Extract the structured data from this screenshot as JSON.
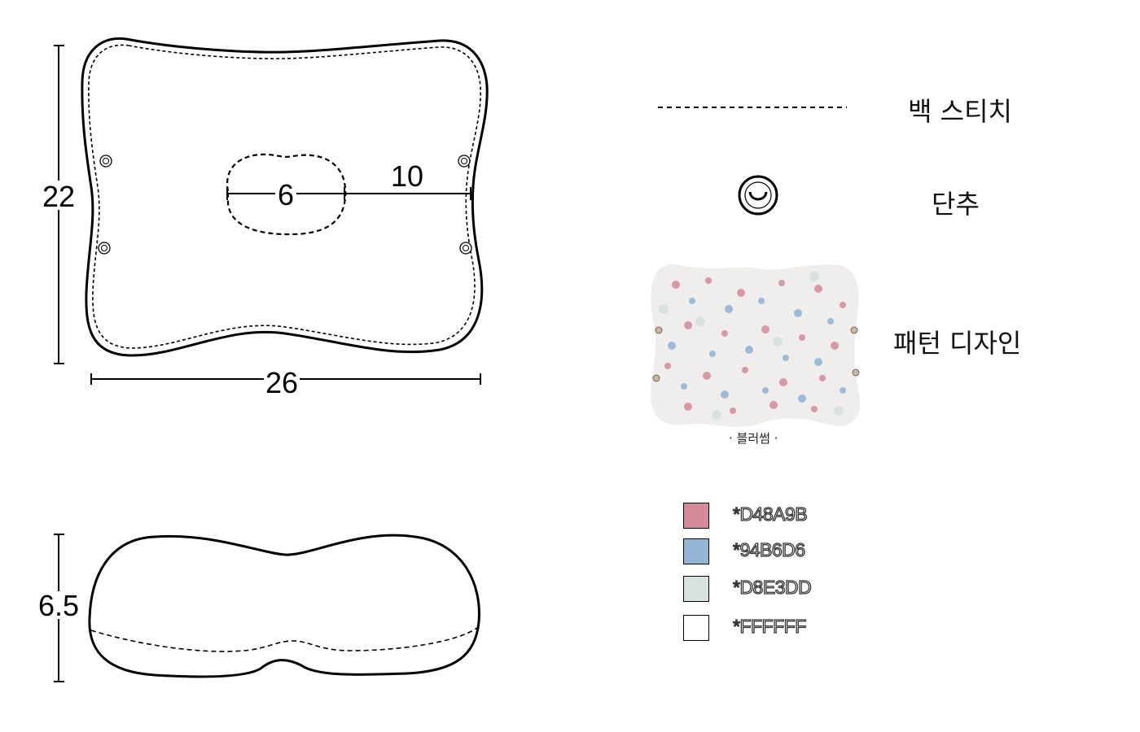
{
  "dimensions": {
    "height": "22",
    "width": "26",
    "hole_width": "6",
    "hole_to_edge": "10",
    "thickness": "6.5"
  },
  "legend": {
    "back_stitch": "백 스티치",
    "button": "단추",
    "pattern_design": "패턴 디자인",
    "pattern_name": "· 블러썸 ·"
  },
  "colors": [
    {
      "hex": "#D48A9B",
      "label": "*D48A9B"
    },
    {
      "hex": "#94B6D6",
      "label": "*94B6D6"
    },
    {
      "hex": "#D8E3DD",
      "label": "*D8E3DD"
    },
    {
      "hex": "#FFFFFF",
      "label": "*FFFFFF"
    }
  ]
}
